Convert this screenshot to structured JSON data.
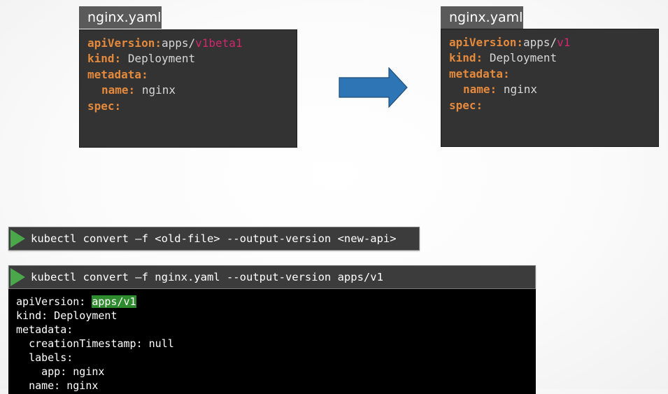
{
  "left_file": {
    "name": "nginx.yaml",
    "api_version_key": "apiVersion:",
    "api_group": "apps/",
    "api_version": "v1beta1",
    "kind_key": "kind:",
    "kind_value": "Deployment",
    "metadata_key": "metadata:",
    "name_key": "name:",
    "name_value": "nginx",
    "spec_key": "spec:"
  },
  "right_file": {
    "name": "nginx.yaml",
    "api_version_key": "apiVersion:",
    "api_group": "apps/",
    "api_version": "v1",
    "kind_key": "kind:",
    "kind_value": "Deployment",
    "metadata_key": "metadata:",
    "name_key": "name:",
    "name_value": "nginx",
    "spec_key": "spec:"
  },
  "commands": {
    "syntax": "kubectl convert –f <old-file> --output-version <new-api>",
    "example": "kubectl convert –f nginx.yaml --output-version apps/v1"
  },
  "output": {
    "api_version_key": "apiVersion:",
    "api_version_value": "apps/v1",
    "kind_line": "kind: Deployment",
    "metadata_line": "metadata:",
    "creation_line": "creationTimestamp: null",
    "labels_line": "labels:",
    "app_line": "app: nginx",
    "name_line": "name: nginx"
  },
  "colors": {
    "yaml_key": "#e58a3c",
    "version_highlight": "#d1276f",
    "arrow_fill": "#2e75b6",
    "play_icon": "#4aa84a",
    "output_highlight": "#2e8b2e"
  },
  "icons": {
    "arrow": "right-arrow-icon",
    "command_prompt": "play-triangle-icon"
  }
}
